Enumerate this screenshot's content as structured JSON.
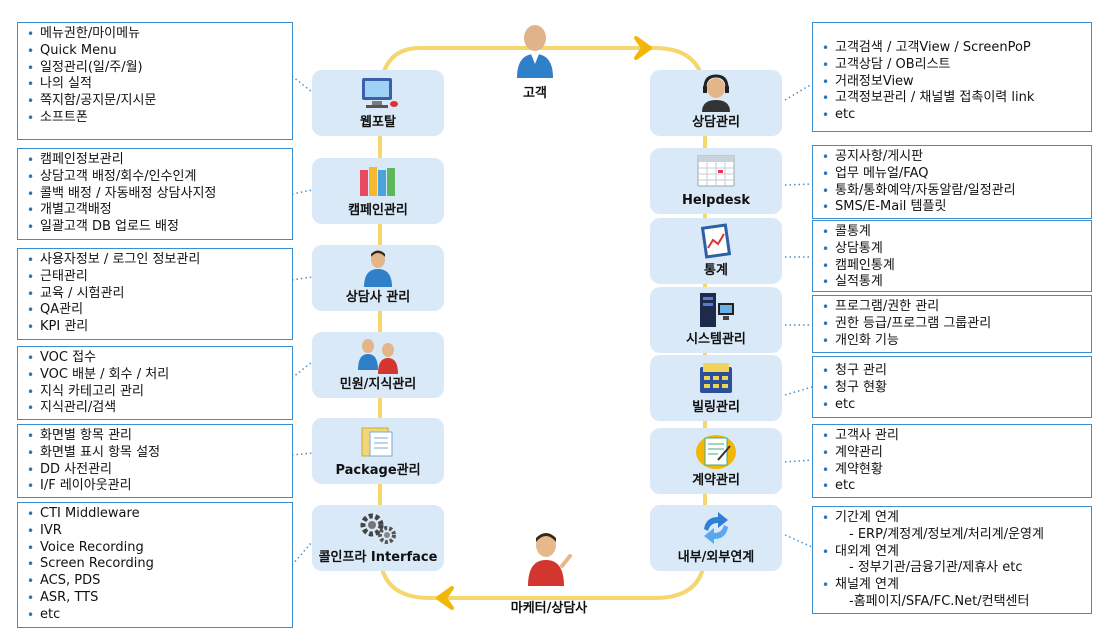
{
  "top_actor": {
    "label": "고객"
  },
  "bottom_actor": {
    "label": "마케터/상담사"
  },
  "left_nodes": [
    {
      "label": "웹포탈",
      "icon": "monitor-icon"
    },
    {
      "label": "캠페인관리",
      "icon": "books-icon"
    },
    {
      "label": "상담사 관리",
      "icon": "agent-icon"
    },
    {
      "label": "민원/지식관리",
      "icon": "meeting-icon"
    },
    {
      "label": "Package관리",
      "icon": "package-icon"
    },
    {
      "label": "콜인프라 Interface",
      "icon": "gears-icon"
    }
  ],
  "right_nodes": [
    {
      "label": "상담관리",
      "icon": "headset-icon"
    },
    {
      "label": "Helpdesk",
      "icon": "calendar-icon"
    },
    {
      "label": "통계",
      "icon": "chart-icon"
    },
    {
      "label": "시스템관리",
      "icon": "server-icon"
    },
    {
      "label": "빌링관리",
      "icon": "calculator-icon"
    },
    {
      "label": "계약관리",
      "icon": "contract-icon"
    },
    {
      "label": "내부/외부연계",
      "icon": "sync-icon"
    }
  ],
  "left_boxes": [
    {
      "items": [
        "메뉴권한/마이메뉴",
        "Quick Menu",
        "일정관리(일/주/월)",
        "나의 실적",
        "쪽지함/공지문/지시문",
        "소프트폰"
      ]
    },
    {
      "items": [
        "캠페인정보관리",
        "상담고객 배정/회수/인수인계",
        "콜백 배정 / 자동배정 상담사지정",
        "개별고객배정",
        "일괄고객 DB 업로드 배정"
      ]
    },
    {
      "items": [
        "사용자정보 / 로그인 정보관리",
        "근태관리",
        "교육 / 시험관리",
        "QA관리",
        "KPI 관리"
      ]
    },
    {
      "items": [
        "VOC 접수",
        "VOC 배분 / 회수 / 처리",
        "지식 카테고리 관리",
        "지식관리/검색"
      ]
    },
    {
      "items": [
        "화면별 항목 관리",
        "화면별 표시 항목 설정",
        "DD 사전관리",
        "I/F 레이아웃관리"
      ]
    },
    {
      "items": [
        "CTI Middleware",
        "IVR",
        "Voice Recording",
        "Screen Recording",
        "ACS, PDS",
        "ASR, TTS",
        "etc"
      ]
    }
  ],
  "right_boxes": [
    {
      "items": [
        "고객검색 / 고객View  / ScreenPoP",
        "고객상담 / OB리스트",
        "거래정보View",
        "고객정보관리 / 채널별 접촉이력 link",
        "etc"
      ]
    },
    {
      "items": [
        "공지사항/게시판",
        "업무 메뉴얼/FAQ",
        "통화/통화예약/자동알람/일정관리",
        "SMS/E-Mail 템플릿"
      ]
    },
    {
      "items": [
        "콜통계",
        "상담통계",
        "캠페인통계",
        "실적통계"
      ]
    },
    {
      "items": [
        "프로그램/권한 관리",
        "권한 등급/프로그램 그룹관리",
        "개인화 기능"
      ]
    },
    {
      "items": [
        "청구 관리",
        "청구 현황",
        "etc"
      ]
    },
    {
      "items": [
        "고객사 관리",
        "계약관리",
        "계약현황",
        "etc"
      ]
    },
    {
      "items": [
        "기간계 연계",
        "- ERP/계정계/정보계/처리계/운영계",
        "대외계 연계",
        "- 정부기관/금융기관/제휴사 etc",
        "채널계 연계",
        "-홈페이지/SFA/FC.Net/컨택센터"
      ]
    }
  ],
  "colors": {
    "loop": "#f5d76e",
    "arrow": "#f2b705",
    "node_bg": "#d9e9f7",
    "box_border": "#3b8fd0",
    "connector": "#4a90c8"
  }
}
